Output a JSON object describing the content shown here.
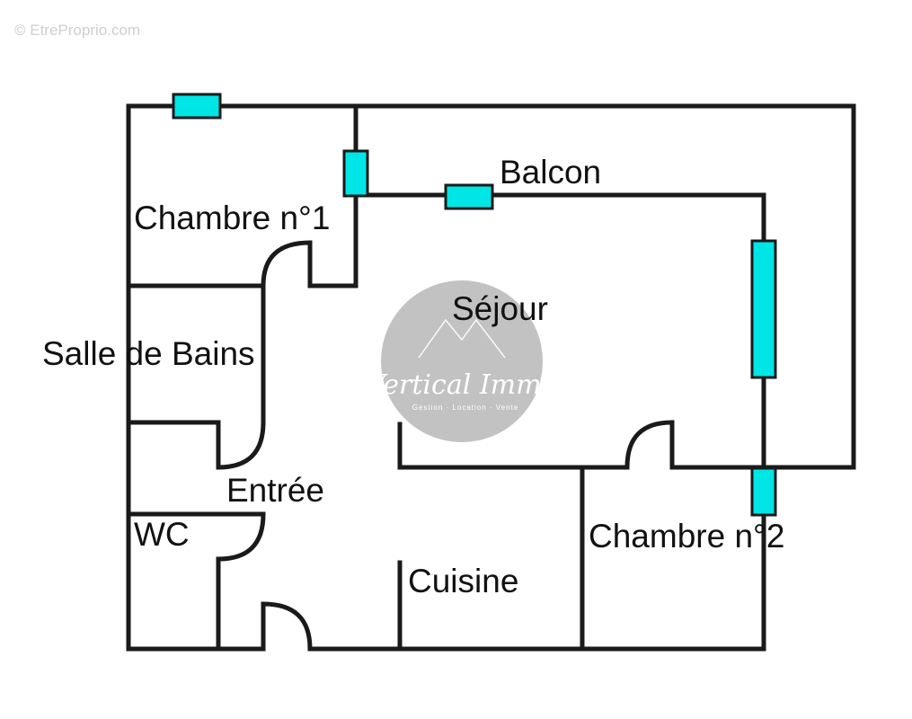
{
  "copyright": "© EtreProprio.com",
  "rooms": {
    "chambre1": "Chambre n°1",
    "balcon": "Balcon",
    "sejour": "Séjour",
    "salle_de_bains": "Salle de Bains",
    "entree": "Entrée",
    "wc": "WC",
    "cuisine": "Cuisine",
    "chambre2": "Chambre n°2"
  },
  "watermark": {
    "brand": "Vertical Immo",
    "tagline": "Gestion · Location · Vente"
  },
  "colors": {
    "window": "#00e5e5",
    "wall": "#1a1a1a",
    "watermark_disc": "#9a9a9a"
  }
}
